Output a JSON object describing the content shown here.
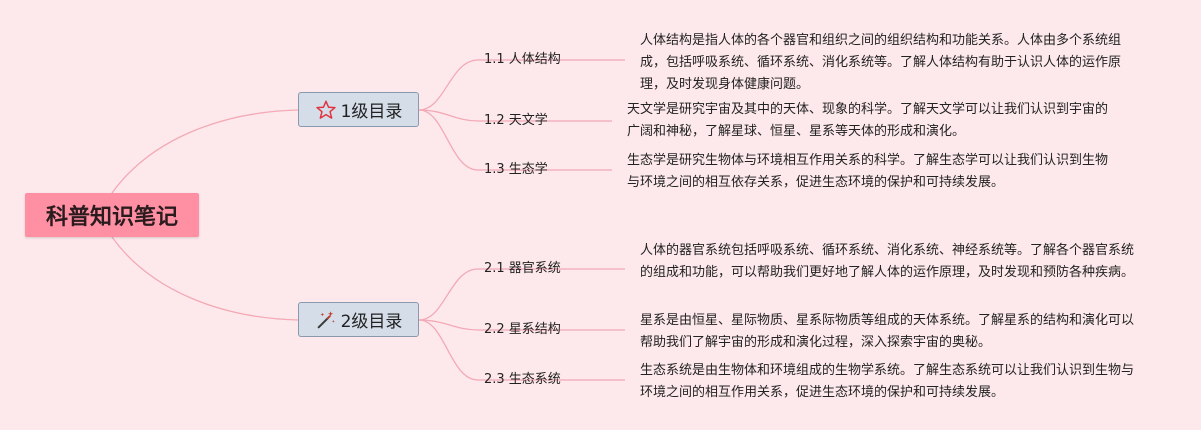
{
  "root": {
    "title": "科普知识笔记"
  },
  "branches": [
    {
      "title": "1级目录",
      "icon": "star-outline-icon",
      "children": [
        {
          "label": "1.1 人体结构",
          "description": "人体结构是指人体的各个器官和组织之间的组织结构和功能关系。人体由多个系统组成，包括呼吸系统、循环系统、消化系统等。了解人体结构有助于认识人体的运作原理，及时发现身体健康问题。"
        },
        {
          "label": "1.2 天文学",
          "description": "天文学是研究宇宙及其中的天体、现象的科学。了解天文学可以让我们认识到宇宙的广阔和神秘，了解星球、恒星、星系等天体的形成和演化。"
        },
        {
          "label": "1.3 生态学",
          "description": "生态学是研究生物体与环境相互作用关系的科学。了解生态学可以让我们认识到生物与环境之间的相互依存关系，促进生态环境的保护和可持续发展。"
        }
      ]
    },
    {
      "title": "2级目录",
      "icon": "magic-wand-icon",
      "children": [
        {
          "label": "2.1 器官系统",
          "description": "人体的器官系统包括呼吸系统、循环系统、消化系统、神经系统等。了解各个器官系统的组成和功能，可以帮助我们更好地了解人体的运作原理，及时发现和预防各种疾病。"
        },
        {
          "label": "2.2 星系结构",
          "description": "星系是由恒星、星际物质、星系际物质等组成的天体系统。了解星系的结构和演化可以帮助我们了解宇宙的形成和演化过程，深入探索宇宙的奥秘。"
        },
        {
          "label": "2.3 生态系统",
          "description": "生态系统是由生物体和环境组成的生物学系统。了解生态系统可以让我们认识到生物与环境之间的相互作用关系，促进生态环境的保护和可持续发展。"
        }
      ]
    }
  ],
  "colors": {
    "background": "#fde9eb",
    "root_fill": "#ff8fa3",
    "branch_fill": "#d4dde8",
    "branch_border": "#8a99ad",
    "connector": "#f3a9b6",
    "star_icon": "#e0333f",
    "wand_icon": "#c0392b"
  }
}
